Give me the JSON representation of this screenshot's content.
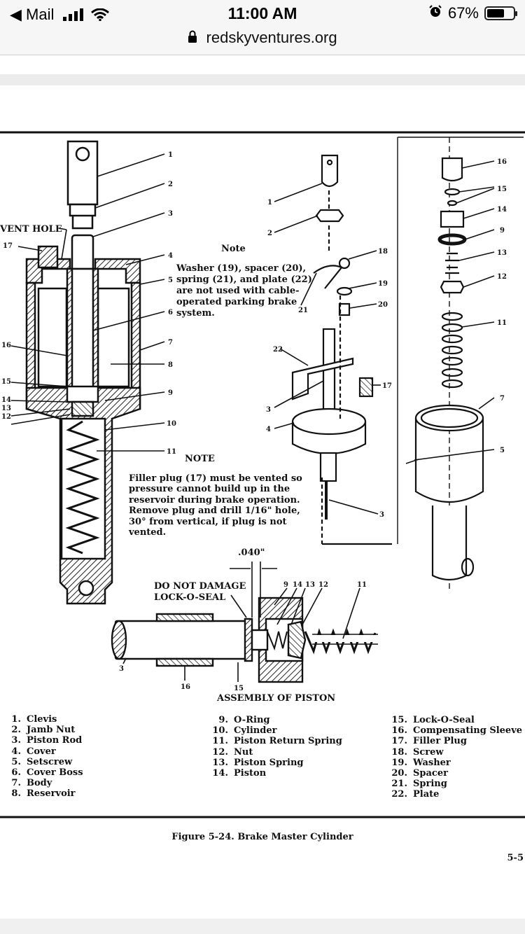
{
  "status_bar": {
    "back_label": "Mail",
    "time": "11:00 AM",
    "battery_percent": "67%",
    "battery_level": 0.67
  },
  "browser": {
    "url": "redskyventures.org"
  },
  "diagram": {
    "note_left_title": "NOTE",
    "note_left_lines": [
      "Filler plug (17) must be vented so",
      "pressure cannot build up in the",
      "reservoir during brake operation.",
      "Remove plug and drill 1/16\" hole,",
      "30° from vertical, if plug is not",
      "vented."
    ],
    "note_right_title": "Note",
    "note_right_lines": [
      "Washer (19), spacer (20),",
      "spring (21), and plate (22)",
      "are not used with cable-",
      "operated parking brake",
      "system."
    ],
    "vent_hole_label": "VENT HOLE",
    "do_not_damage_lines": [
      "DO NOT DAMAGE",
      "LOCK-O-SEAL"
    ],
    "clearance_label": ".040\"",
    "assembly_title": "ASSEMBLY OF PISTON",
    "figure_caption": "Figure 5-24.  Brake Master Cylinder",
    "page_number": "5-5",
    "legend_col1": [
      {
        "n": "1.",
        "label": "Clevis"
      },
      {
        "n": "2.",
        "label": "Jamb Nut"
      },
      {
        "n": "3.",
        "label": "Piston Rod"
      },
      {
        "n": "4.",
        "label": "Cover"
      },
      {
        "n": "5.",
        "label": "Setscrew"
      },
      {
        "n": "6.",
        "label": "Cover Boss"
      },
      {
        "n": "7.",
        "label": "Body"
      },
      {
        "n": "8.",
        "label": "Reservoir"
      }
    ],
    "legend_col2": [
      {
        "n": "9.",
        "label": "O-Ring"
      },
      {
        "n": "10.",
        "label": "Cylinder"
      },
      {
        "n": "11.",
        "label": "Piston Return Spring"
      },
      {
        "n": "12.",
        "label": "Nut"
      },
      {
        "n": "13.",
        "label": "Piston Spring"
      },
      {
        "n": "14.",
        "label": "Piston"
      }
    ],
    "legend_col3": [
      {
        "n": "15.",
        "label": "Lock-O-Seal"
      },
      {
        "n": "16.",
        "label": "Compensating Sleeve"
      },
      {
        "n": "17.",
        "label": "Filler Plug"
      },
      {
        "n": "18.",
        "label": "Screw"
      },
      {
        "n": "19.",
        "label": "Washer"
      },
      {
        "n": "20.",
        "label": "Spacer"
      },
      {
        "n": "21.",
        "label": "Spring"
      },
      {
        "n": "22.",
        "label": "Plate"
      }
    ],
    "callouts": {
      "left": [
        "1",
        "2",
        "3",
        "4",
        "5",
        "6",
        "7",
        "8",
        "9",
        "10",
        "11",
        "12",
        "13",
        "14",
        "15",
        "16",
        "17"
      ],
      "middle": [
        "1",
        "2",
        "18",
        "19",
        "20",
        "21",
        "22",
        "17",
        "3",
        "4",
        "3"
      ],
      "right": [
        "16",
        "15",
        "14",
        "9",
        "13",
        "12",
        "11",
        "7",
        "5"
      ],
      "assembly": [
        "9",
        "14",
        "13",
        "12",
        "11",
        "3",
        "16",
        "15"
      ]
    }
  }
}
